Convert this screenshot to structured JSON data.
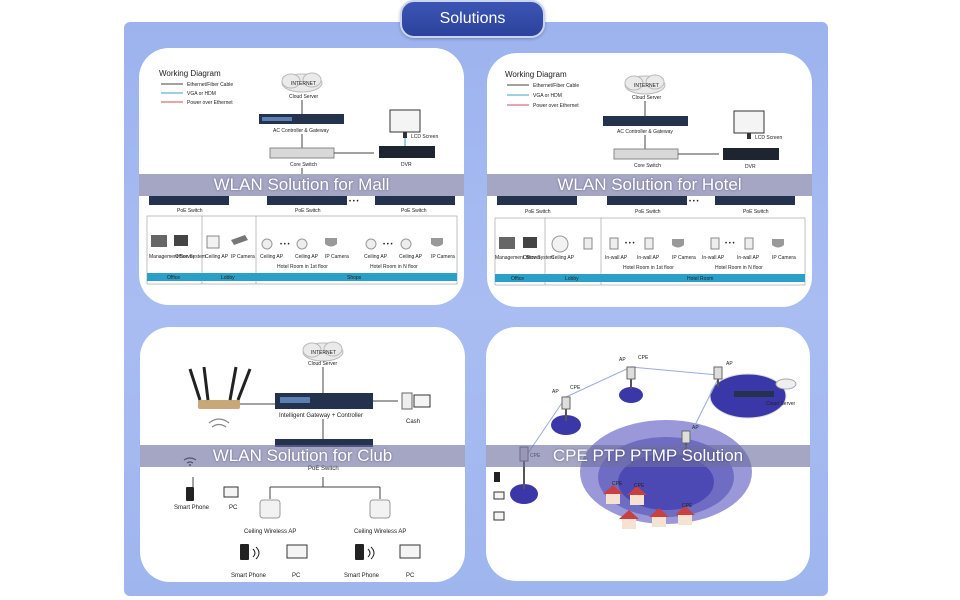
{
  "header": {
    "title": "Solutions"
  },
  "diagram_common": {
    "working_diagram": "Working Diagram",
    "legend": [
      "Ethernet/Fiber Cable",
      "VGA or HDM",
      "Power over Ethernet"
    ],
    "internet": "INTERNET",
    "cloud_server": "Cloud Server",
    "ac_controller": "AC Controller & Gateway",
    "core_switch": "Core Switch",
    "lcd_screen": "LCD Screen",
    "dvr": "DVR",
    "poe_switch": "PoE Switch",
    "ellipsis": "• • •"
  },
  "cards": {
    "mall": {
      "label": "WLAN Solution for Mall",
      "devices": [
        "Management Server",
        "Office System",
        "Ceiling AP",
        "IP Camera",
        "Ceiling AP",
        "Ceiling AP",
        "IP Camera",
        "Ceiling AP",
        "Ceiling AP",
        "IP Camera"
      ],
      "rooms": [
        "Hotel Room in 1st floor",
        "Hotel Room in N floor"
      ],
      "zones": [
        "Office",
        "Lobby",
        "Shops"
      ]
    },
    "hotel": {
      "label": "WLAN Solution for Hotel",
      "devices": [
        "Management Server",
        "Office System",
        "Ceiling AP",
        "In-wall AP",
        "In-wall AP",
        "IP Camera",
        "In-wall AP",
        "In-wall AP",
        "IP Camera"
      ],
      "rooms": [
        "Hotel Room in 1st floor",
        "Hotel Room in N floor"
      ],
      "zones": [
        "Office",
        "Lobby",
        "Hotel Room"
      ]
    },
    "club": {
      "label": "WLAN Solution for Club",
      "gateway": "Intelligent Gateway + Controller",
      "cash": "Cash",
      "devices": [
        "Smart Phone",
        "PC",
        "Ceiling Wireless AP",
        "Ceiling Wireless AP",
        "Smart Phone",
        "PC",
        "Smart Phone",
        "PC"
      ]
    },
    "cpe": {
      "label": "CPE PTP PTMP Solution",
      "ap": "AP",
      "cpe": "CPE"
    }
  },
  "colors": {
    "accent": "#2f47a5",
    "panel": "#a3b8ef",
    "label_band": "#6e6ea0",
    "ellipse": "#3a37a8",
    "zone_bar": "#2aa0c8"
  }
}
